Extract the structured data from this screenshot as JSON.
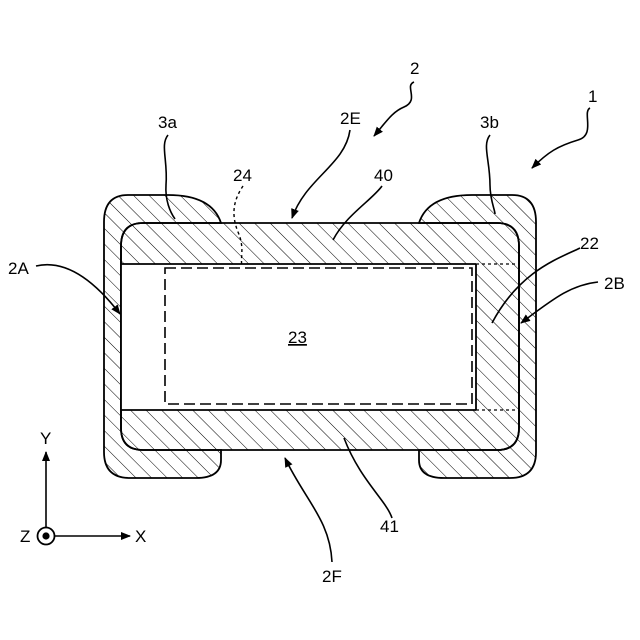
{
  "labels": {
    "component": "1",
    "element_body": "2",
    "terminal_left": "3a",
    "terminal_right": "3b",
    "end_face_left": "2A",
    "end_face_right": "2B",
    "top_face": "2E",
    "bottom_face": "2F",
    "side_margin": "22",
    "inner_region": "23",
    "boundary": "24",
    "top_cover": "40",
    "bottom_cover": "41"
  },
  "axes": {
    "y_label": "Y",
    "x_label": "X",
    "z_label": "Z"
  }
}
